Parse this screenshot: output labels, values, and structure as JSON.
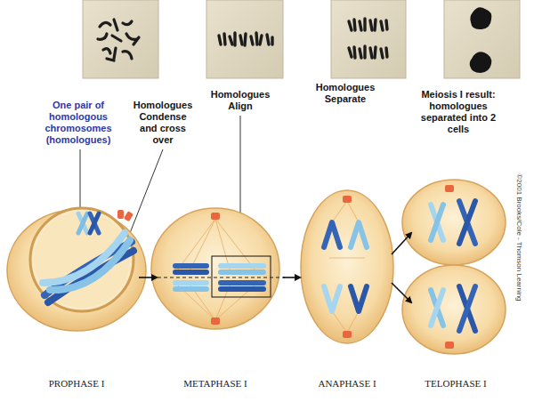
{
  "diagram": {
    "labels": [
      "One pair of homologous chromosomes (homologues)",
      "Homologues Condense and cross over",
      "Homologues Align",
      "Homologues Separate",
      "Meiosis I result: homologues separated into 2 cells",
      "©2001 Brooks/Cole - Thomson Learning",
      "PROPHASE I",
      "METAPHASE I",
      "ANAPHASE I",
      "TELOPHASE I"
    ]
  }
}
